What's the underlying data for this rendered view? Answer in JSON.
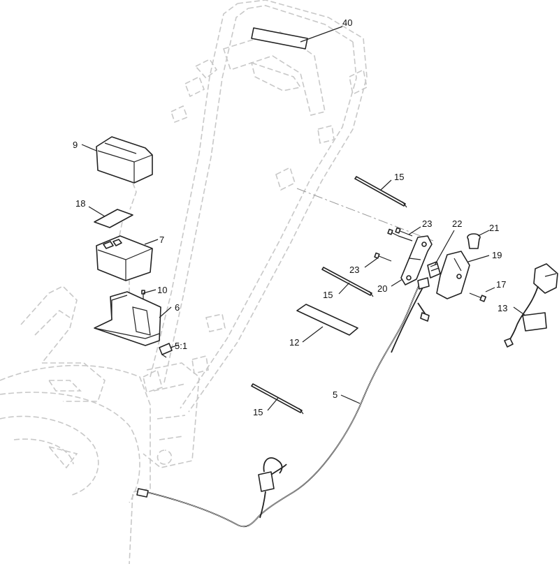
{
  "callouts": {
    "c40": "40",
    "c9": "9",
    "c18": "18",
    "c7": "7",
    "c10": "10",
    "c6": "6",
    "c5_1": "5:1",
    "c15_top": "15",
    "c23_top": "23",
    "c22": "22",
    "c21": "21",
    "c19": "19",
    "c23_mid": "23",
    "c20": "20",
    "c15_mid": "15",
    "c17": "17",
    "c13": "13",
    "c12": "12",
    "c5": "5",
    "c15_bot": "15"
  }
}
